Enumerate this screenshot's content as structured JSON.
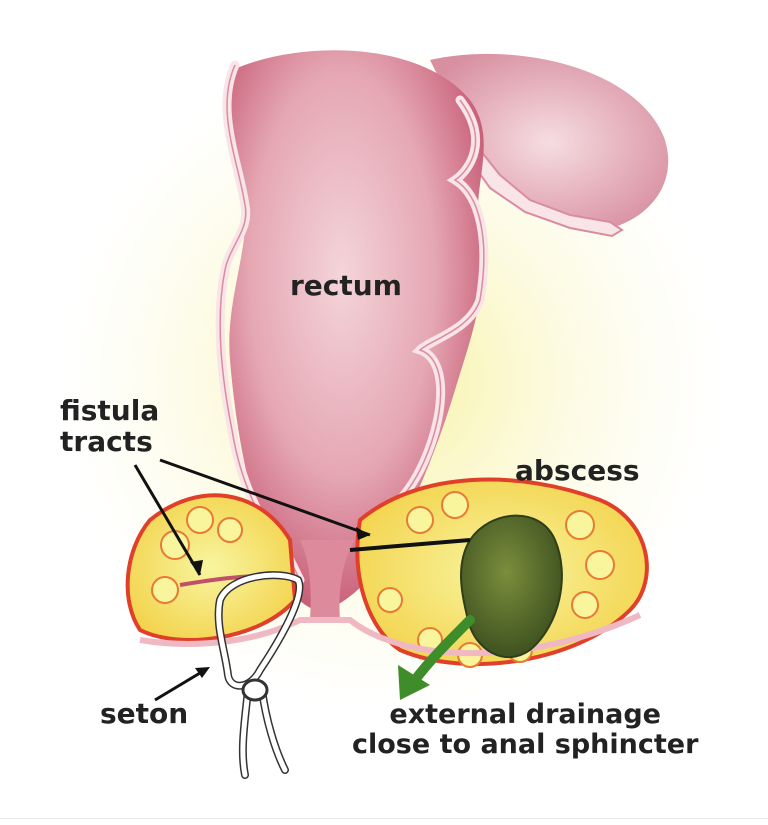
{
  "labels": {
    "rectum": "rectum",
    "fistula_line1": "fistula",
    "fistula_line2": "tracts",
    "abscess": "abscess",
    "seton": "seton",
    "drainage_line1": "external drainage",
    "drainage_line2": "close to anal sphincter"
  },
  "colors": {
    "tissue_pink": "#e8a8b4",
    "wall_pink": "#f6d6dc",
    "inflammation_red": "#e0402a",
    "inflammation_yellow": "#f6f27a",
    "abscess_green": "#5a6e2c",
    "drain_arrow_green": "#3e8c2a",
    "seton_white": "#ffffff",
    "label_text": "#222222"
  }
}
